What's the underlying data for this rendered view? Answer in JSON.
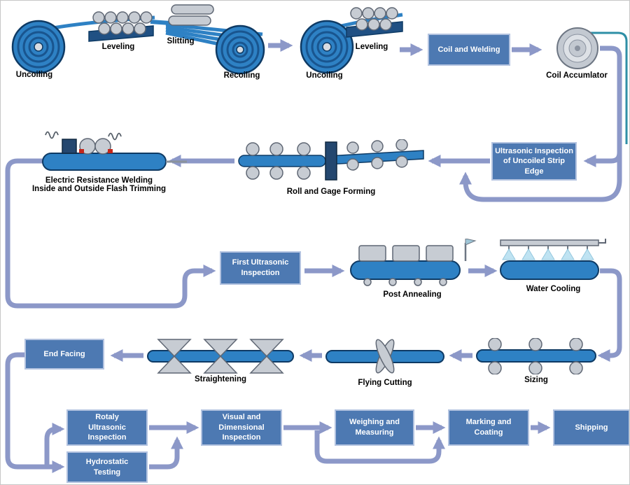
{
  "stages": {
    "uncoiling1": "Uncoiling",
    "leveling1": "Leveling",
    "slitting": "Slitting",
    "recoiling": "Recoiling",
    "uncoiling2": "Uncoiling",
    "leveling2": "Leveling",
    "coil_and_welding": "Coil and Welding",
    "coil_accumulator": "Coil Accumlator",
    "ultrasonic_strip_edge": "Ultrasonic Inspection of Uncoiled Strip Edge",
    "roll_gage_forming": "Roll and Gage Forming",
    "erw_line1": "Electric Resistance Welding",
    "erw_line2": "Inside and Outside Flash Trimming",
    "first_ultrasonic": "First Ultrasonic Inspection",
    "post_annealing": "Post Annealing",
    "water_cooling": "Water Cooling",
    "sizing": "Sizing",
    "flying_cutting": "Flying Cutting",
    "straightening": "Straightening",
    "end_facing": "End Facing",
    "rotary_ultrasonic": "Rotaly Ultrasonic Inspection",
    "hydrostatic_testing": "Hydrostatic Testing",
    "visual_dimensional": "Visual and Dimensional Inspection",
    "weighing_measuring": "Weighing and Measuring",
    "marking_coating": "Marking and Coating",
    "shipping": "Shipping"
  },
  "colors": {
    "flow_box_fill": "#4d79b2",
    "flow_box_border": "#b3c3e0",
    "flow_box_text": "#ffffff",
    "connector": "#8c98c8",
    "pipe_blue": "#2e81c4",
    "pipe_outline": "#0e3a64",
    "machine_gray": "#c7ccd3",
    "dark_stand_blue": "#24476f",
    "spray_blue": "#bfe3f2",
    "strip_line_teal": "#2e8fa6",
    "weld_red": "#c4271b",
    "label_text": "#000000"
  }
}
